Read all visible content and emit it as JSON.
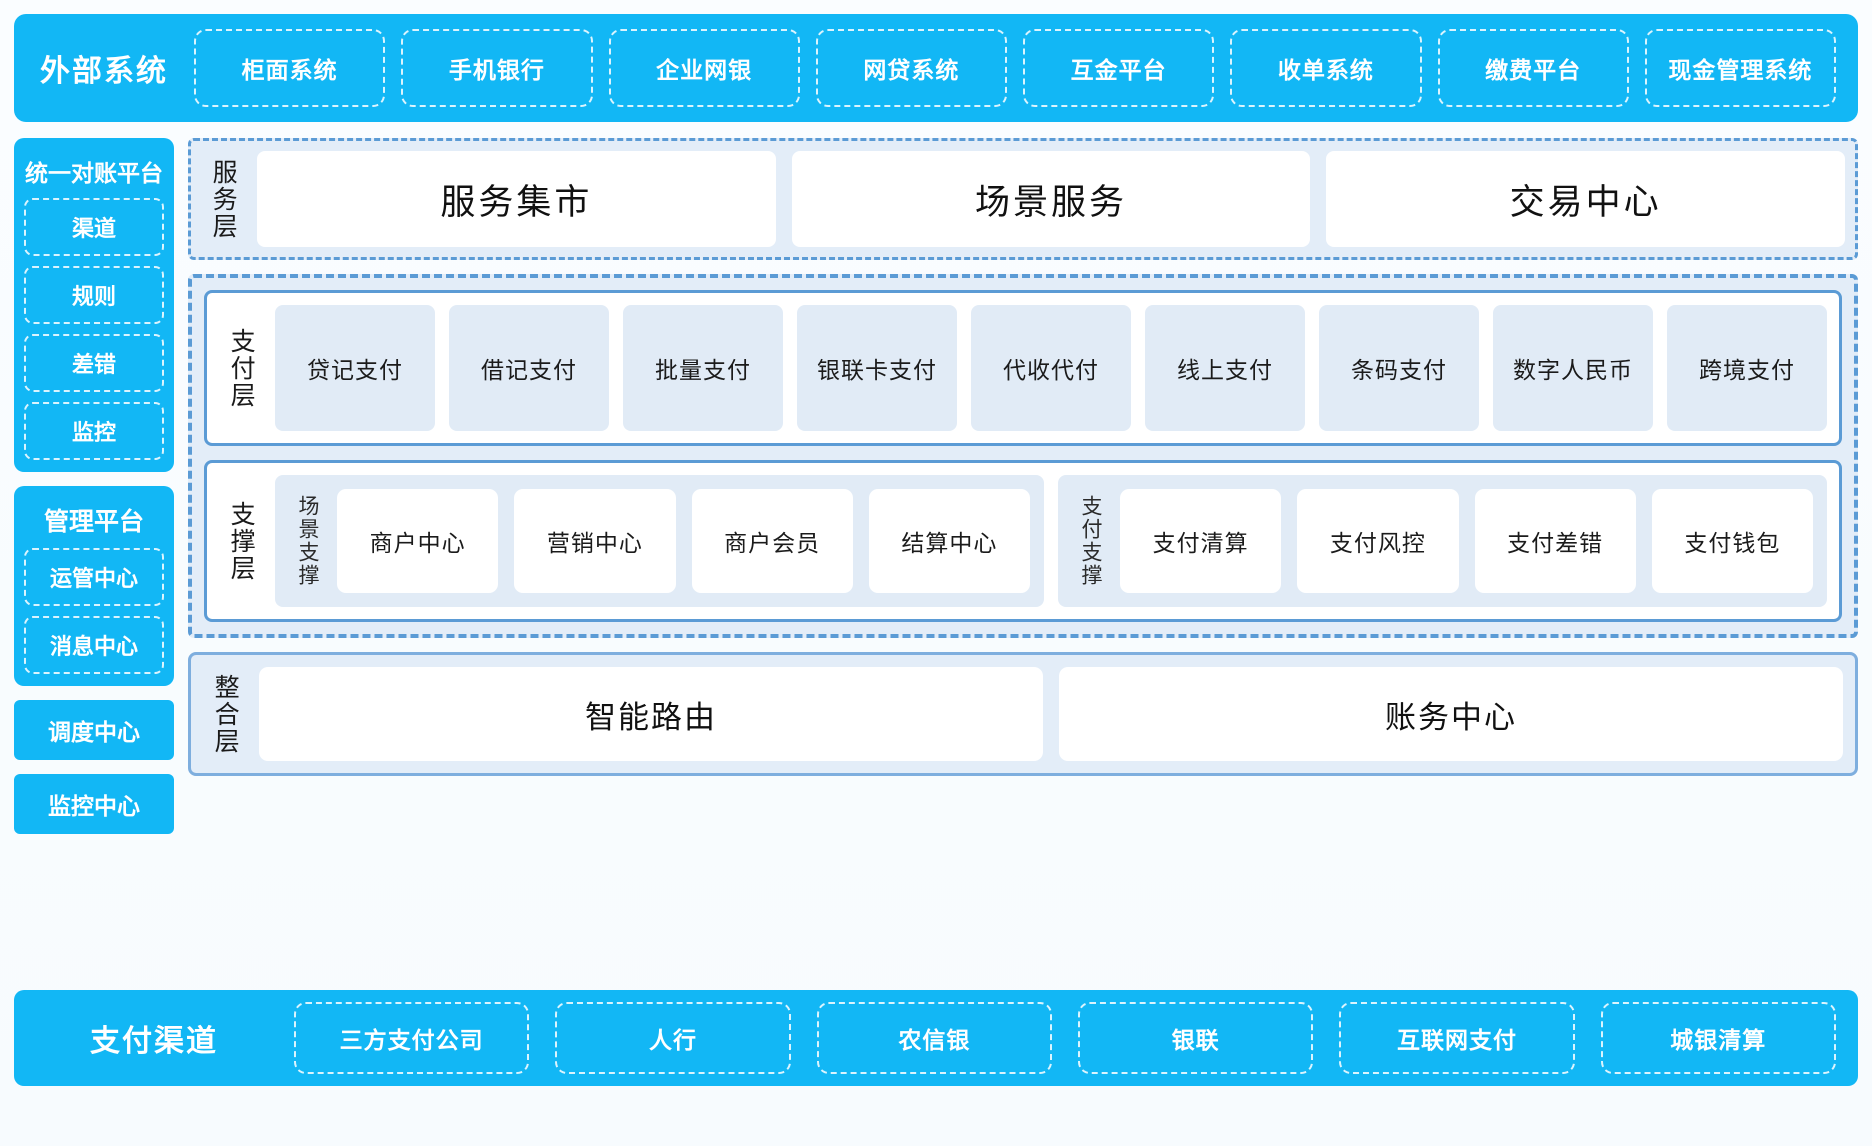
{
  "external_systems": {
    "title": "外部系统",
    "items": [
      "柜面系统",
      "手机银行",
      "企业网银",
      "网贷系统",
      "互金平台",
      "收单系统",
      "缴费平台",
      "现金管理系统"
    ]
  },
  "left_sidebar": {
    "reconciliation_platform": {
      "title": "统一对账平台",
      "items": [
        "渠道",
        "规则",
        "差错",
        "监控"
      ]
    },
    "management_platform": {
      "title": "管理平台",
      "items": [
        "运管中心",
        "消息中心"
      ]
    },
    "standalone": [
      "调度中心",
      "监控中心"
    ]
  },
  "service_layer": {
    "label": "服务层",
    "cards": [
      "服务集市",
      "场景服务",
      "交易中心"
    ]
  },
  "payment_layer": {
    "label": "支付层",
    "tiles": [
      "贷记支付",
      "借记支付",
      "批量支付",
      "银联卡支付",
      "代收代付",
      "线上支付",
      "条码支付",
      "数字人民币",
      "跨境支付"
    ]
  },
  "support_layer": {
    "label": "支撑层",
    "groups": [
      {
        "label": "场景支撑",
        "cards": [
          "商户中心",
          "营销中心",
          "商户会员",
          "结算中心"
        ]
      },
      {
        "label": "支付支撑",
        "cards": [
          "支付清算",
          "支付风控",
          "支付差错",
          "支付钱包"
        ]
      }
    ]
  },
  "integration_layer": {
    "label": "整合层",
    "cards": [
      "智能路由",
      "账务中心"
    ]
  },
  "payment_channels": {
    "title": "支付渠道",
    "items": [
      "三方支付公司",
      "人行",
      "农信银",
      "银联",
      "互联网支付",
      "城银清算"
    ]
  },
  "colors": {
    "brand_blue": "#12b7f5",
    "panel_blue": "#e3edf8",
    "tile_blue": "#e1ebf6",
    "border_blue": "#5b9bd5"
  }
}
